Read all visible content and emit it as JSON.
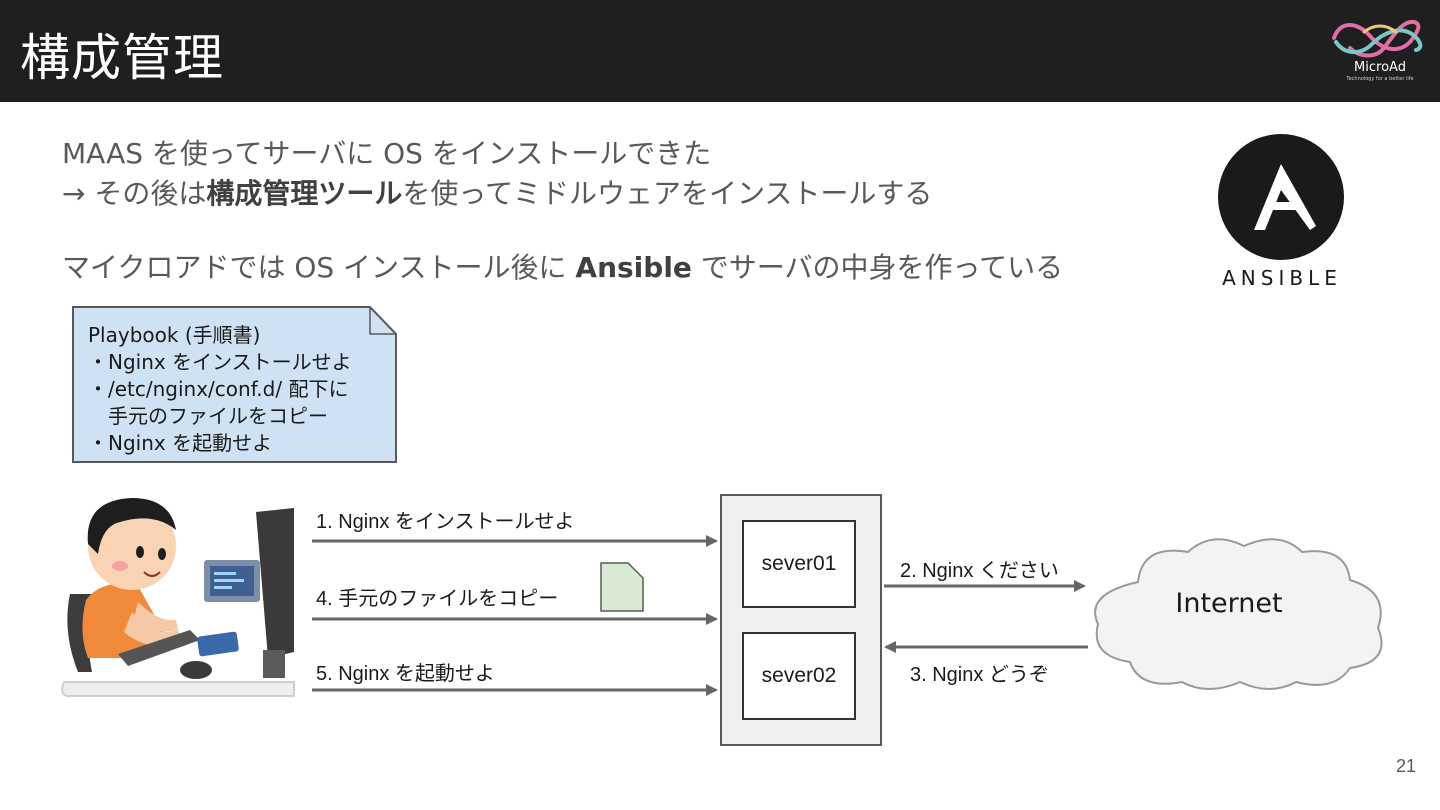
{
  "slide": {
    "title": "構成管理",
    "page_number": "21"
  },
  "logo": {
    "name": "MicroAd",
    "tagline": "Technology for a better life"
  },
  "intro": {
    "line1": "MAAS を使ってサーバに OS をインストールできた",
    "line2_prefix": "→ その後は",
    "line2_bold": "構成管理ツール",
    "line2_suffix": "を使ってミドルウェアをインストールする",
    "line3_prefix": "マイクロアドでは OS インストール後に ",
    "line3_bold": "Ansible",
    "line3_suffix": " でサーバの中身を作っている"
  },
  "ansible_logo": {
    "mark": "A",
    "word": "ANSIBLE"
  },
  "playbook_note": {
    "lines": [
      "Playbook (手順書)",
      "・Nginx をインストールせよ",
      "・/etc/nginx/conf.d/ 配下に",
      "　手元のファイルをコピー",
      "・Nginx を起動せよ"
    ]
  },
  "commands": [
    "1. Nginx をインストールせよ",
    "4. 手元のファイルをコピー",
    "5. Nginx を起動せよ"
  ],
  "servers": [
    "sever01",
    "sever02"
  ],
  "internet": {
    "label": "Internet",
    "request": "2. Nginx ください",
    "response": "3. Nginx どうぞ"
  },
  "colors": {
    "header_bg": "#1f1f1f",
    "note_fill": "#cfe2f3",
    "file_fill": "#d9ead3",
    "server_group_fill": "#efefef",
    "arrow": "#666666"
  }
}
